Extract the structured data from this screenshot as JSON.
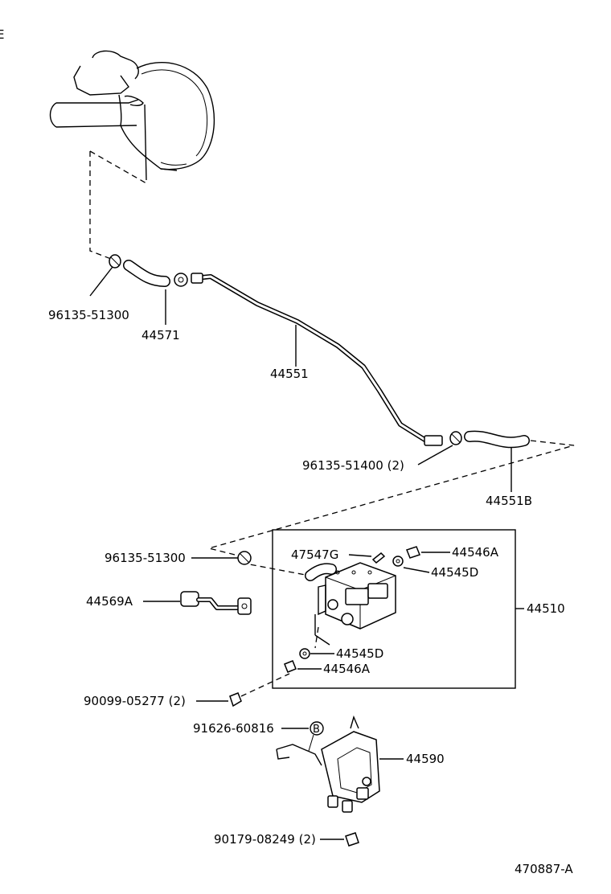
{
  "corner_mark": "E",
  "labels": {
    "hose_clamp_a": "96135-51300",
    "hose_a": "44571",
    "tube_main": "44551",
    "hose_clamp_b": "96135-51400 (2)",
    "hose_b": "44551B",
    "hose_clamp_c": "96135-51300",
    "hose_c": "44569A",
    "valve": "47547G",
    "union_top": "44546A",
    "gasket_top": "44545D",
    "actuator": "44510",
    "gasket_bottom": "44545D",
    "union_bottom": "44546A",
    "bolt_a": "90099-05277 (2)",
    "nut_b": "91626-60816",
    "nut_b_marker": "B",
    "bracket": "44590",
    "bolt_c": "90179-08249 (2)",
    "diagram_id": "470887-A"
  }
}
